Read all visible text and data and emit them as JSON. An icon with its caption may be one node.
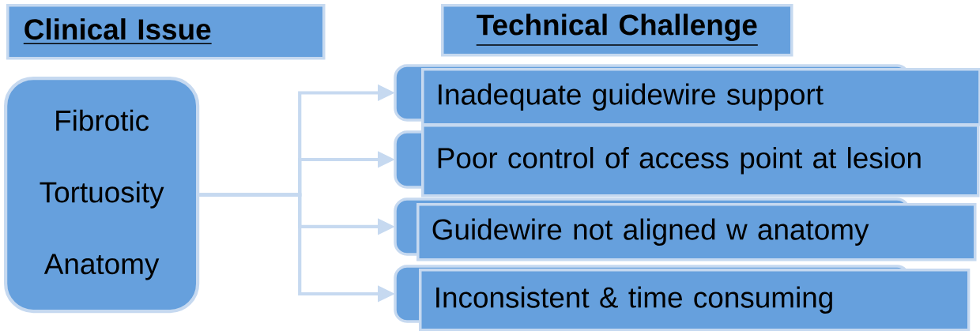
{
  "diagram": {
    "nodes": [
      {
        "text": [
          "Clinical Issue"
        ]
      },
      {
        "text": [
          "Technical Challenge"
        ]
      },
      {
        "text": [
          "Fibrotic",
          "Tortuosity",
          "Anatomy"
        ]
      },
      {
        "text": [
          "Inadequate guidewire support"
        ]
      },
      {
        "text": [
          "Poor control of access point at lesion"
        ]
      },
      {
        "text": [
          "Guidewire not aligned w anatomy"
        ]
      },
      {
        "text": [
          "Inconsistent & time consuming"
        ]
      }
    ],
    "edges": [
      {
        "from": 2,
        "to": 3,
        "arrow": "to"
      },
      {
        "from": 2,
        "to": 4,
        "arrow": "to"
      },
      {
        "from": 2,
        "to": 5,
        "arrow": "to"
      },
      {
        "from": 2,
        "to": 6,
        "arrow": "to"
      }
    ]
  }
}
